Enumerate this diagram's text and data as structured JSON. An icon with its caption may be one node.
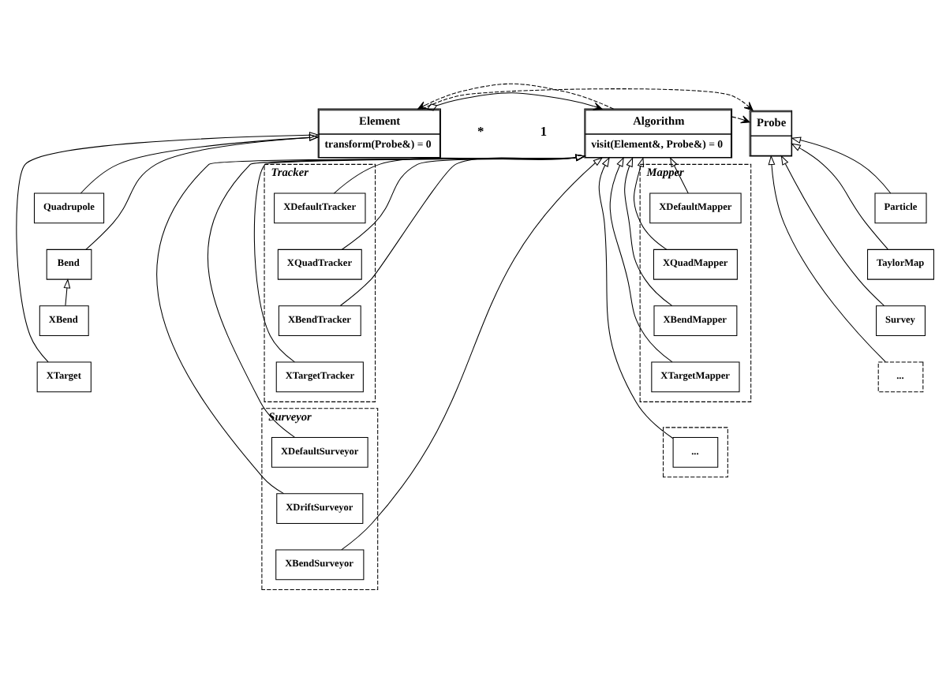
{
  "diagram": {
    "nodes": [
      {
        "text": [
          "Element",
          "transform(Probe&) = 0"
        ]
      },
      {
        "text": [
          "Algorithm",
          "visit(Element&, Probe&) = 0"
        ]
      },
      {
        "text": [
          "Probe"
        ]
      },
      {
        "text": [
          "Quadrupole"
        ]
      },
      {
        "text": [
          "Bend"
        ]
      },
      {
        "text": [
          "XBend"
        ]
      },
      {
        "text": [
          "XTarget"
        ]
      },
      {
        "text": [
          "Tracker"
        ]
      },
      {
        "text": [
          "XDefaultTracker"
        ],
        "in": 7
      },
      {
        "text": [
          "XQuadTracker"
        ],
        "in": 7
      },
      {
        "text": [
          "XBendTracker"
        ],
        "in": 7
      },
      {
        "text": [
          "XTargetTracker"
        ],
        "in": 7
      },
      {
        "text": [
          "Mapper"
        ]
      },
      {
        "text": [
          "XDefaultMapper"
        ],
        "in": 12
      },
      {
        "text": [
          "XQuadMapper"
        ],
        "in": 12
      },
      {
        "text": [
          "XBendMapper"
        ],
        "in": 12
      },
      {
        "text": [
          "XTargetMapper"
        ],
        "in": 12
      },
      {
        "text": [
          "Particle"
        ]
      },
      {
        "text": [
          "TaylorMap"
        ]
      },
      {
        "text": [
          "Survey"
        ]
      },
      {
        "text": [
          "..."
        ]
      },
      {
        "text": [
          "Surveyor"
        ]
      },
      {
        "text": [
          "XDefaultSurveyor"
        ],
        "in": 21
      },
      {
        "text": [
          "XDriftSurveyor"
        ],
        "in": 21
      },
      {
        "text": [
          "XBendSurveyor"
        ],
        "in": 21
      },
      {
        "text": [],
        "shape": "box"
      },
      {
        "text": [
          "..."
        ],
        "in": 25
      }
    ],
    "edges": [
      {
        "from": 0,
        "to": 2,
        "arrow": "to",
        "style": "dashed"
      },
      {
        "from": 0,
        "to": 1,
        "arrow": "to"
      },
      {
        "from": 1,
        "to": 0,
        "arrow": "to",
        "style": "dashed"
      },
      {
        "from": 1,
        "to": 2,
        "arrow": "to",
        "style": "dashed"
      },
      {
        "from": 3,
        "to": 0,
        "arrow": "to"
      },
      {
        "from": 4,
        "to": 0,
        "arrow": "to"
      },
      {
        "from": 6,
        "to": 0,
        "arrow": "to"
      },
      {
        "from": 5,
        "to": 4,
        "arrow": "to"
      },
      {
        "from": 8,
        "to": 1,
        "arrow": "to"
      },
      {
        "from": 9,
        "to": 1,
        "arrow": "to"
      },
      {
        "from": 10,
        "to": 1,
        "arrow": "to"
      },
      {
        "from": 11,
        "to": 1,
        "arrow": "to"
      },
      {
        "from": 13,
        "to": 1,
        "arrow": "to"
      },
      {
        "from": 14,
        "to": 1,
        "arrow": "to"
      },
      {
        "from": 15,
        "to": 1,
        "arrow": "to"
      },
      {
        "from": 16,
        "to": 1,
        "arrow": "to"
      },
      {
        "from": 22,
        "to": 1,
        "arrow": "to"
      },
      {
        "from": 23,
        "to": 1,
        "arrow": "to"
      },
      {
        "from": 24,
        "to": 1,
        "arrow": "to"
      },
      {
        "from": 26,
        "to": 1,
        "arrow": "to"
      },
      {
        "from": 17,
        "to": 2,
        "arrow": "to"
      },
      {
        "from": 18,
        "to": 2,
        "arrow": "to"
      },
      {
        "from": 19,
        "to": 2,
        "arrow": "to"
      },
      {
        "from": 20,
        "to": 2,
        "arrow": "to"
      }
    ],
    "labels": [
      "*",
      "1"
    ]
  }
}
